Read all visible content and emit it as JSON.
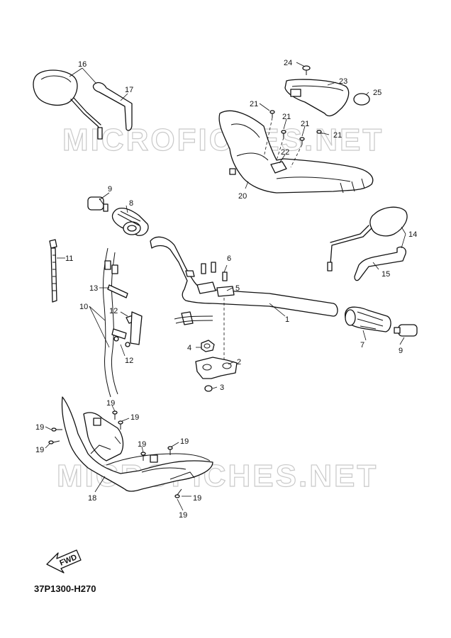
{
  "diagram": {
    "code": "37P1300-H270",
    "watermark": "MICROFICHES.NET",
    "fwd_label": "FWD",
    "callouts": [
      "1",
      "2",
      "3",
      "4",
      "5",
      "6",
      "7",
      "8",
      "9",
      "10",
      "11",
      "12",
      "13",
      "14",
      "15",
      "16",
      "17",
      "18",
      "19",
      "20",
      "21",
      "22",
      "23",
      "24",
      "25"
    ]
  },
  "colors": {
    "line": "#111111",
    "watermark": "#c9c9c9",
    "background": "#ffffff"
  }
}
